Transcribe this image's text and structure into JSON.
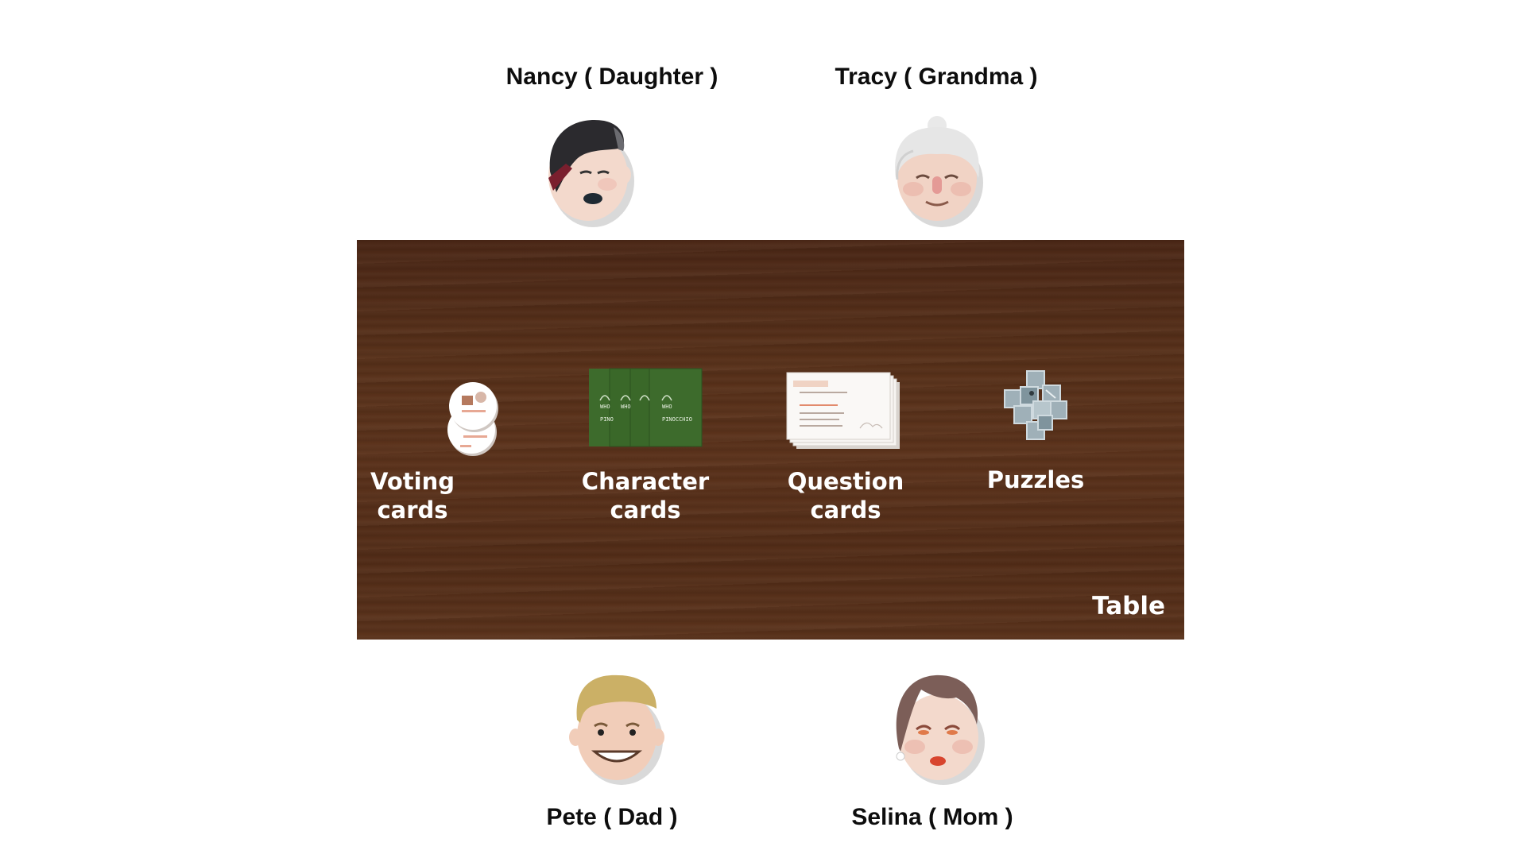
{
  "players": {
    "nancy": {
      "label": "Nancy ( Daughter )"
    },
    "tracy": {
      "label": "Tracy ( Grandma )"
    },
    "pete": {
      "label": "Pete ( Dad )"
    },
    "selina": {
      "label": "Selina ( Mom )"
    }
  },
  "table": {
    "label": "Table",
    "items": {
      "voting": {
        "line1": "Voting",
        "line2": "cards"
      },
      "character": {
        "line1": "Character",
        "line2": "cards",
        "card_text": "PINOCCHIO",
        "card_short": "PINO",
        "card_who": "WHO"
      },
      "question": {
        "line1": "Question",
        "line2": "cards"
      },
      "puzzles": {
        "line1": "Puzzles"
      }
    }
  },
  "colors": {
    "table_wood": "#573019",
    "character_card_green": "#3d6b2c",
    "text_dark": "#0d0d0d",
    "text_light": "#ffffff"
  }
}
